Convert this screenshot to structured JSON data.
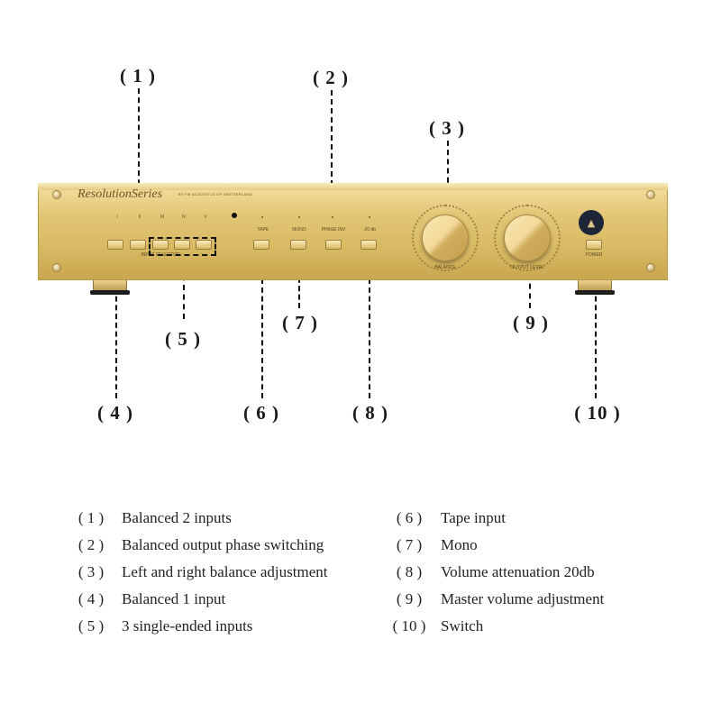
{
  "callouts": {
    "c1": "( 1 )",
    "c2": "( 2 )",
    "c3": "( 3 )",
    "c4": "( 4 )",
    "c5": "( 5 )",
    "c6": "( 6 )",
    "c7": "( 7 )",
    "c8": "( 8 )",
    "c9": "( 9 )",
    "c10": "( 10 )"
  },
  "panel": {
    "brand": "ResolutionSeries",
    "brand_sub": "BY FM ACOUSTICS OF SWITZERLAND",
    "input_selector": "INPUT SELECTOR",
    "inputs": [
      "I",
      "II",
      "III",
      "IV",
      "V"
    ],
    "tape": "TAPE",
    "mono": "MONO",
    "phase_inv": "PHASE INV",
    "minus20": "-20 db",
    "balance": "BALANCE",
    "output_level": "OUTPUT LEVEL",
    "power": "POWER",
    "logo_icon": "triangle-logo"
  },
  "legend": {
    "left": [
      {
        "num": "( 1 )",
        "text": "Balanced 2 inputs"
      },
      {
        "num": "( 2 )",
        "text": "Balanced output phase switching"
      },
      {
        "num": "( 3 )",
        "text": "Left and right balance adjustment"
      },
      {
        "num": "( 4 )",
        "text": "Balanced 1 input"
      },
      {
        "num": "( 5 )",
        "text": "3 single-ended inputs"
      }
    ],
    "right": [
      {
        "num": "( 6 )",
        "text": "Tape input"
      },
      {
        "num": "( 7 )",
        "text": "Mono"
      },
      {
        "num": "( 8 )",
        "text": "Volume attenuation 20db"
      },
      {
        "num": "( 9 )",
        "text": "Master volume adjustment"
      },
      {
        "num": "( 10 )",
        "text": "Switch"
      }
    ]
  },
  "colors": {
    "panel_gold": "#e2c574",
    "dark": "#111111",
    "ir_window": "#1e2637"
  }
}
